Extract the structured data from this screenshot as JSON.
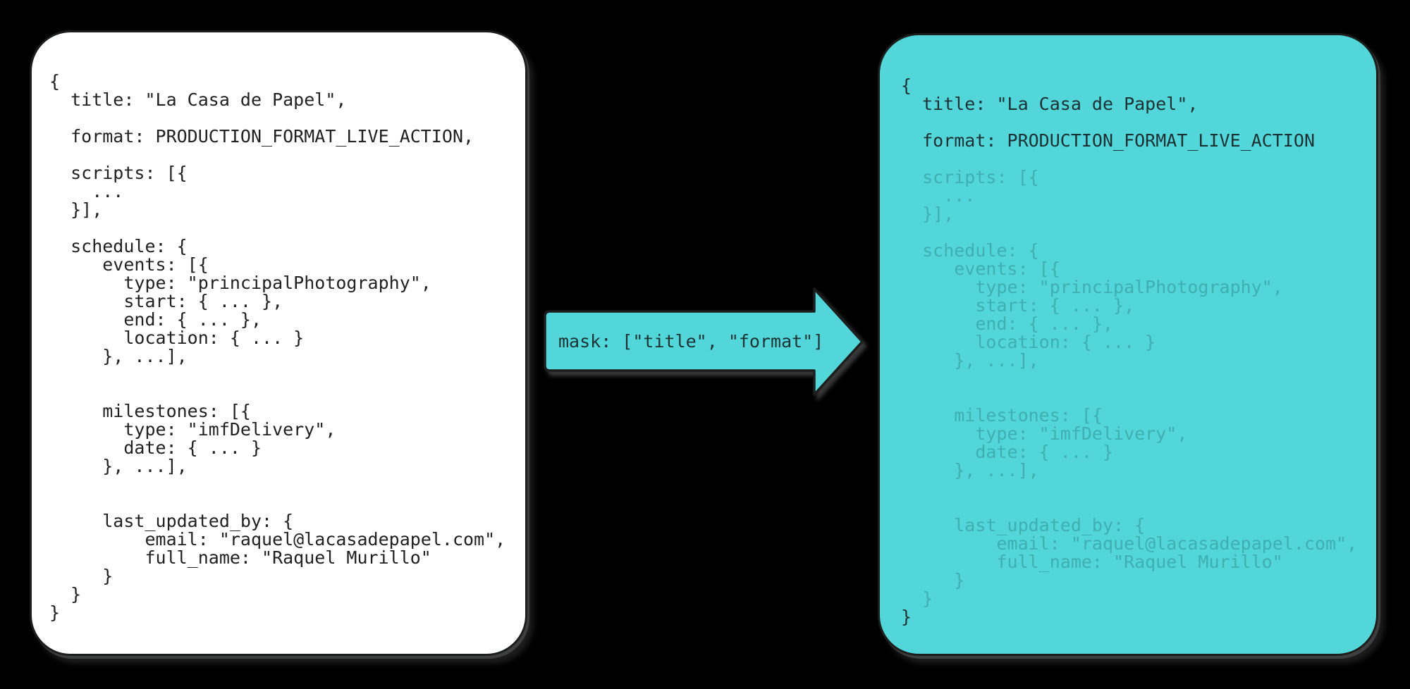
{
  "colors": {
    "background": "#000000",
    "panel_white": "#ffffff",
    "teal": "#52d6d9",
    "dark_text_on_white": "#212121",
    "dark_text_on_teal": "#1b3134",
    "masked_text": "#3fafb2",
    "outline": "#1c1e1e"
  },
  "left_panel": {
    "code": "{\n  title: \"La Casa de Papel\",\n\n  format: PRODUCTION_FORMAT_LIVE_ACTION,\n\n  scripts: [{\n    ...\n  }],\n\n  schedule: {\n     events: [{\n       type: \"principalPhotography\",\n       start: { ... },\n       end: { ... },\n       location: { ... }\n     }, ...],\n\n\n     milestones: [{\n       type: \"imfDelivery\",\n       date: { ... }\n     }, ...],\n\n\n     last_updated_by: {\n         email: \"raquel@lacasadepapel.com\",\n         full_name: \"Raquel Murillo\"\n     }\n  }\n}"
  },
  "arrow": {
    "label": "mask: [\"title\", \"format\"]"
  },
  "right_panel": {
    "unmasked_head": "{\n  title: \"La Casa de Papel\",\n\n  format: PRODUCTION_FORMAT_LIVE_ACTION",
    "masked_body": "\n\n  scripts: [{\n    ...\n  }],\n\n  schedule: {\n     events: [{\n       type: \"principalPhotography\",\n       start: { ... },\n       end: { ... },\n       location: { ... }\n     }, ...],\n\n\n     milestones: [{\n       type: \"imfDelivery\",\n       date: { ... }\n     }, ...],\n\n\n     last_updated_by: {\n         email: \"raquel@lacasadepapel.com\",\n         full_name: \"Raquel Murillo\"\n     }\n  }",
    "unmasked_tail": "\n}"
  }
}
